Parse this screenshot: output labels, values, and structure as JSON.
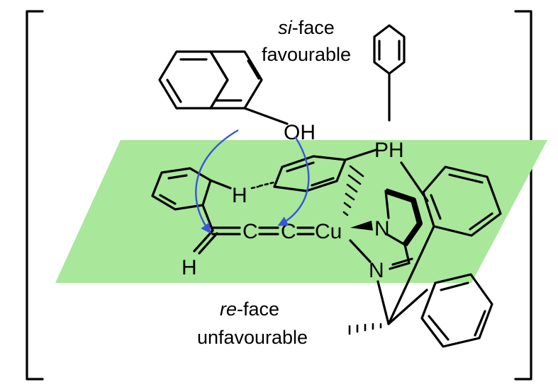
{
  "annotations": {
    "si_face": {
      "prefix": "si",
      "suffix": "-face",
      "note": "favourable"
    },
    "re_face": {
      "prefix": "re",
      "suffix": "-face",
      "note": "unfavourable"
    }
  },
  "atoms": {
    "oh": "OH",
    "ph": "PH",
    "h_aryl": "H",
    "h_vinyl": "H",
    "c1": "C",
    "c2": "C",
    "cu": "Cu",
    "n_pyridine": "N",
    "n_imine": "N"
  },
  "colors": {
    "plane": "#a9e79a",
    "arrows": "#3a55d9",
    "bonds": "#000000"
  }
}
